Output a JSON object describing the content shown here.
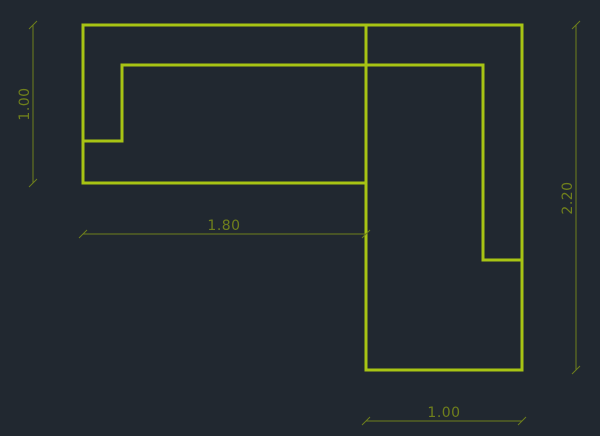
{
  "drawing": {
    "line_color": "#a8c414",
    "dimension_color": "#6f7f1c",
    "background_color": "#212830",
    "dimensions": {
      "left_height": "1.00",
      "bottom_width_left": "1.80",
      "right_height": "2.20",
      "bottom_width_right": "1.00"
    }
  }
}
